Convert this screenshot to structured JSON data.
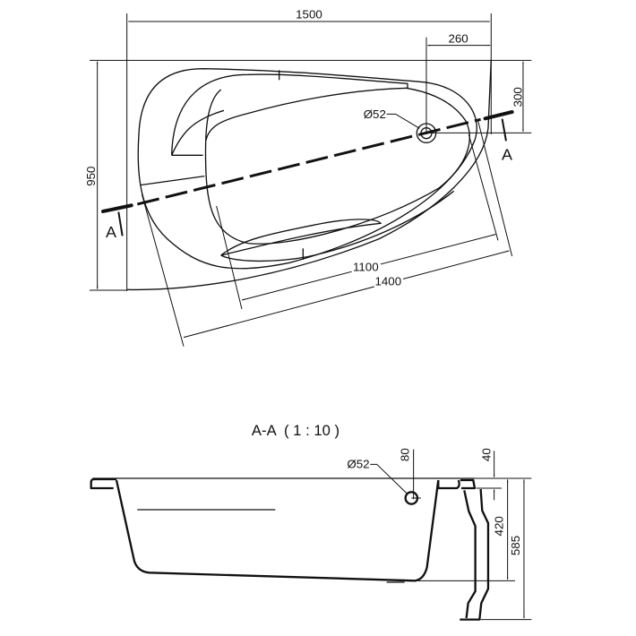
{
  "top_view": {
    "dim_width": "1500",
    "dim_drain_offset_x": "260",
    "dim_drain_offset_y": "300",
    "dim_depth": "950",
    "dim_inner_length": "1100",
    "dim_outer_length": "1400",
    "drain_label": "Ø52",
    "section_marker_left": "A",
    "section_marker_right": "A"
  },
  "section_view": {
    "title": "A-A  ( 1 : 10 )",
    "drain_label": "Ø52",
    "dim_drain_height": "80",
    "dim_rim": "40",
    "dim_inner_depth": "420",
    "dim_total_height": "585"
  }
}
